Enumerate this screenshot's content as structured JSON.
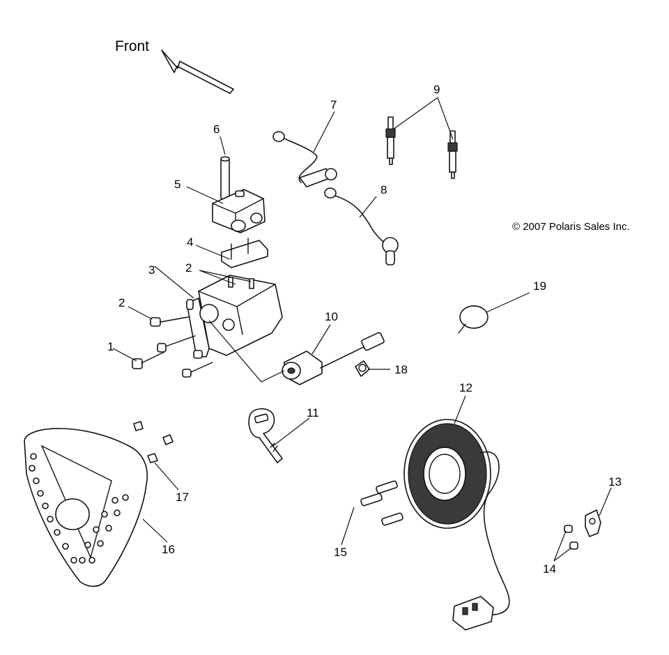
{
  "front_label": "Front",
  "copyright": "© 2007 Polaris Sales Inc.",
  "callouts": {
    "c1": "1",
    "c2a": "2",
    "c2b": "2",
    "c3": "3",
    "c4": "4",
    "c5": "5",
    "c6": "6",
    "c7": "7",
    "c8": "8",
    "c9": "9",
    "c10": "10",
    "c11": "11",
    "c12": "12",
    "c13": "13",
    "c14": "14",
    "c15": "15",
    "c16": "16",
    "c17": "17",
    "c18": "18",
    "c19": "19"
  }
}
